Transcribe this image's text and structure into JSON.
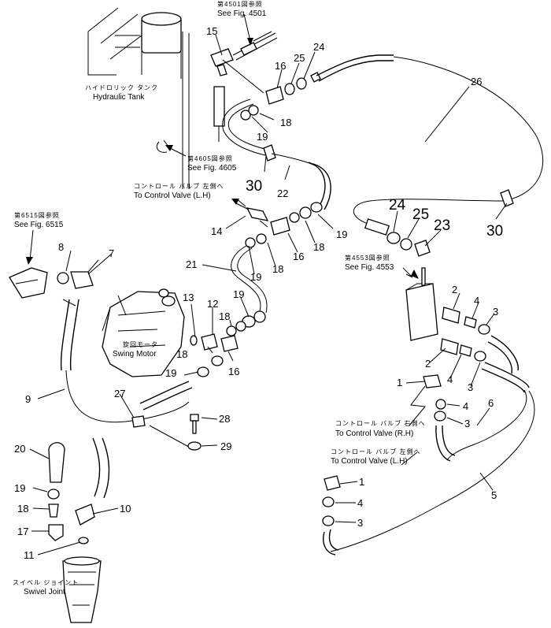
{
  "references": {
    "fig4501": {
      "jp": "第4501図参照",
      "en": "See Fig. 4501"
    },
    "fig4605": {
      "jp": "第4605図参照",
      "en": "See Fig. 4605"
    },
    "fig6515": {
      "jp": "第6515図参照",
      "en": "See Fig. 6515"
    },
    "fig4553": {
      "jp": "第4553図参照",
      "en": "See Fig. 4553"
    }
  },
  "components": {
    "hydraulic_tank": {
      "jp": "ハイドロリック タンク",
      "en": "Hydraulic Tank"
    },
    "swing_motor": {
      "jp": "旋回モータ",
      "en": "Swing Motor"
    },
    "swivel_joint": {
      "jp": "スイベル ジョイント",
      "en": "Swivel Joint"
    }
  },
  "destinations": {
    "cv_lh_top": {
      "jp": "コントロール バルブ 左側へ",
      "en": "To Control Valve (L.H)"
    },
    "cv_rh": {
      "jp": "コントロール バルブ 右側へ",
      "en": "To Control Valve (R.H)"
    },
    "cv_lh_bottom": {
      "jp": "コントロール バルブ 左側へ",
      "en": "To Control Valve (L.H)"
    }
  },
  "callouts": {
    "c15": "15",
    "c16a": "16",
    "c25a": "25",
    "c24a": "24",
    "c26": "26",
    "c19a": "19",
    "c18a": "18",
    "c30a": "30",
    "c22": "22",
    "c24b": "24",
    "c25b": "25",
    "c23": "23",
    "c30b": "30",
    "c14": "14",
    "c18b": "18",
    "c19b": "19",
    "c16b": "16",
    "c18c": "18",
    "c8": "8",
    "c7": "7",
    "c21": "21",
    "c19c": "19",
    "c13": "13",
    "c12": "12",
    "c19d": "19",
    "c18d": "18",
    "c18e": "18",
    "c16c": "16",
    "c19e": "19",
    "c2a": "2",
    "c4a": "4",
    "c3a": "3",
    "c2b": "2",
    "c4b": "4",
    "c3b": "3",
    "c1a": "1",
    "c4c": "4",
    "c3c": "3",
    "c6": "6",
    "c9": "9",
    "c27": "27",
    "c28": "28",
    "c29": "29",
    "c20": "20",
    "c19f": "19",
    "c18f": "18",
    "c17": "17",
    "c10": "10",
    "c11": "11",
    "c1b": "1",
    "c4d": "4",
    "c3d": "3",
    "c5": "5"
  }
}
